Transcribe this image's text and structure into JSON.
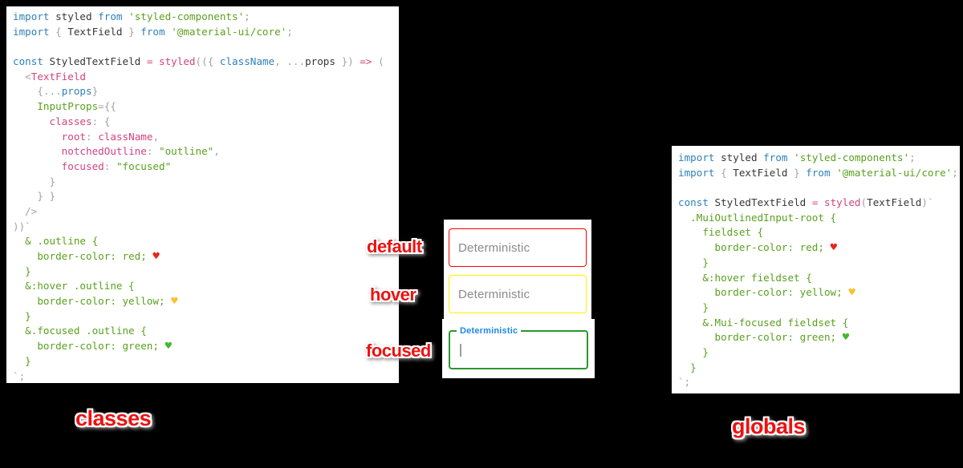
{
  "labels": {
    "default": "default",
    "hover": "hover",
    "focused": "focused",
    "classes": "classes",
    "globals": "globals"
  },
  "fields": {
    "default": {
      "placeholder": "Deterministic",
      "border_color": "#ff0000"
    },
    "hover": {
      "placeholder": "Deterministic",
      "border_color": "#ffee00"
    },
    "focused": {
      "label": "Deterministic",
      "border_color": "#2a962d",
      "label_color": "#1e88e5"
    }
  },
  "colors": {
    "background": "#000000",
    "code_background": "#ffffff",
    "syntax_keyword_blue": "#2e80b9",
    "syntax_string_green": "#5aa11f",
    "syntax_pink": "#d2447c",
    "syntax_gray": "#a3a3a3",
    "syntax_plain": "#363636",
    "sticker_red": "#ee1111",
    "heart_red": "#e8251f",
    "heart_yellow": "#f6c232",
    "heart_green": "#48b52e"
  },
  "code_left": {
    "lines": [
      [
        {
          "t": "import",
          "c": "kw"
        },
        {
          "t": " styled ",
          "c": "pl"
        },
        {
          "t": "from",
          "c": "kw"
        },
        {
          "t": " ",
          "c": "pl"
        },
        {
          "t": "'styled-components'",
          "c": "str"
        },
        {
          "t": ";",
          "c": "gray"
        }
      ],
      [
        {
          "t": "import",
          "c": "kw"
        },
        {
          "t": " { ",
          "c": "gray"
        },
        {
          "t": "TextField",
          "c": "pl"
        },
        {
          "t": " } ",
          "c": "gray"
        },
        {
          "t": "from",
          "c": "kw"
        },
        {
          "t": " ",
          "c": "pl"
        },
        {
          "t": "'@material-ui/core'",
          "c": "str"
        },
        {
          "t": ";",
          "c": "gray"
        }
      ],
      [],
      [
        {
          "t": "const",
          "c": "kw"
        },
        {
          "t": " StyledTextField ",
          "c": "pl"
        },
        {
          "t": "=",
          "c": "pink"
        },
        {
          "t": " ",
          "c": "pl"
        },
        {
          "t": "styled",
          "c": "pink"
        },
        {
          "t": "((",
          "c": "gray"
        },
        {
          "t": "{",
          "c": "gray"
        },
        {
          "t": " ",
          "c": "pl"
        },
        {
          "t": "className",
          "c": "kw"
        },
        {
          "t": ",",
          "c": "gray"
        },
        {
          "t": " ",
          "c": "pl"
        },
        {
          "t": "...",
          "c": "gray"
        },
        {
          "t": "props",
          "c": "pl"
        },
        {
          "t": " ",
          "c": "pl"
        },
        {
          "t": "})",
          "c": "gray"
        },
        {
          "t": " ",
          "c": "pl"
        },
        {
          "t": "=>",
          "c": "pink"
        },
        {
          "t": " ",
          "c": "pl"
        },
        {
          "t": "(",
          "c": "gray"
        }
      ],
      [
        {
          "t": "  <",
          "c": "gray"
        },
        {
          "t": "TextField",
          "c": "pink"
        }
      ],
      [
        {
          "t": "    ",
          "c": "pl"
        },
        {
          "t": "{",
          "c": "gray"
        },
        {
          "t": "...",
          "c": "gray"
        },
        {
          "t": "props",
          "c": "kw"
        },
        {
          "t": "}",
          "c": "gray"
        }
      ],
      [
        {
          "t": "    ",
          "c": "pl"
        },
        {
          "t": "InputProps",
          "c": "grn"
        },
        {
          "t": "={{",
          "c": "gray"
        }
      ],
      [
        {
          "t": "      ",
          "c": "pl"
        },
        {
          "t": "classes",
          "c": "pink"
        },
        {
          "t": ":",
          "c": "gray"
        },
        {
          "t": " ",
          "c": "pl"
        },
        {
          "t": "{",
          "c": "gray"
        }
      ],
      [
        {
          "t": "        ",
          "c": "pl"
        },
        {
          "t": "root",
          "c": "pink"
        },
        {
          "t": ":",
          "c": "gray"
        },
        {
          "t": " ",
          "c": "pl"
        },
        {
          "t": "className",
          "c": "pink"
        },
        {
          "t": ",",
          "c": "gray"
        }
      ],
      [
        {
          "t": "        ",
          "c": "pl"
        },
        {
          "t": "notchedOutline",
          "c": "pink"
        },
        {
          "t": ":",
          "c": "gray"
        },
        {
          "t": " ",
          "c": "pl"
        },
        {
          "t": "\"outline\"",
          "c": "str"
        },
        {
          "t": ",",
          "c": "gray"
        }
      ],
      [
        {
          "t": "        ",
          "c": "pl"
        },
        {
          "t": "focused",
          "c": "pink"
        },
        {
          "t": ":",
          "c": "gray"
        },
        {
          "t": " ",
          "c": "pl"
        },
        {
          "t": "\"focused\"",
          "c": "str"
        }
      ],
      [
        {
          "t": "      ",
          "c": "pl"
        },
        {
          "t": "}",
          "c": "gray"
        }
      ],
      [
        {
          "t": "    ",
          "c": "pl"
        },
        {
          "t": "} }",
          "c": "gray"
        }
      ],
      [
        {
          "t": "  ",
          "c": "pl"
        },
        {
          "t": "/>",
          "c": "gray"
        }
      ],
      [
        {
          "t": "))`",
          "c": "gray"
        }
      ],
      [
        {
          "t": "  & .outline {",
          "c": "grn"
        }
      ],
      [
        {
          "t": "    border-color: red; ",
          "c": "grn"
        },
        {
          "t": "♥",
          "c": "hr"
        }
      ],
      [
        {
          "t": "  }",
          "c": "grn"
        }
      ],
      [
        {
          "t": "  &:hover .outline {",
          "c": "grn"
        }
      ],
      [
        {
          "t": "    border-color: yellow; ",
          "c": "grn"
        },
        {
          "t": "♥",
          "c": "hy"
        }
      ],
      [
        {
          "t": "  }",
          "c": "grn"
        }
      ],
      [
        {
          "t": "  &.focused .outline {",
          "c": "grn"
        }
      ],
      [
        {
          "t": "    border-color: green; ",
          "c": "grn"
        },
        {
          "t": "♥",
          "c": "hg"
        }
      ],
      [
        {
          "t": "  }",
          "c": "grn"
        }
      ],
      [
        {
          "t": "`;",
          "c": "gray"
        }
      ]
    ]
  },
  "code_right": {
    "lines": [
      [
        {
          "t": "import",
          "c": "kw"
        },
        {
          "t": " styled ",
          "c": "pl"
        },
        {
          "t": "from",
          "c": "kw"
        },
        {
          "t": " ",
          "c": "pl"
        },
        {
          "t": "'styled-components'",
          "c": "str"
        },
        {
          "t": ";",
          "c": "gray"
        }
      ],
      [
        {
          "t": "import",
          "c": "kw"
        },
        {
          "t": " { ",
          "c": "gray"
        },
        {
          "t": "TextField",
          "c": "pl"
        },
        {
          "t": " } ",
          "c": "gray"
        },
        {
          "t": "from",
          "c": "kw"
        },
        {
          "t": " ",
          "c": "pl"
        },
        {
          "t": "'@material-ui/core'",
          "c": "str"
        },
        {
          "t": ";",
          "c": "gray"
        }
      ],
      [],
      [
        {
          "t": "const",
          "c": "kw"
        },
        {
          "t": " StyledTextField ",
          "c": "pl"
        },
        {
          "t": "=",
          "c": "pink"
        },
        {
          "t": " ",
          "c": "pl"
        },
        {
          "t": "styled",
          "c": "pink"
        },
        {
          "t": "(",
          "c": "gray"
        },
        {
          "t": "TextField",
          "c": "pl"
        },
        {
          "t": ")`",
          "c": "gray"
        }
      ],
      [
        {
          "t": "  .MuiOutlinedInput-root {",
          "c": "grn"
        }
      ],
      [
        {
          "t": "    fieldset {",
          "c": "grn"
        }
      ],
      [
        {
          "t": "      border-color: red; ",
          "c": "grn"
        },
        {
          "t": "♥",
          "c": "hr"
        }
      ],
      [
        {
          "t": "    }",
          "c": "grn"
        }
      ],
      [
        {
          "t": "    &:hover fieldset {",
          "c": "grn"
        }
      ],
      [
        {
          "t": "      border-color: yellow; ",
          "c": "grn"
        },
        {
          "t": "♥",
          "c": "hy"
        }
      ],
      [
        {
          "t": "    }",
          "c": "grn"
        }
      ],
      [
        {
          "t": "    &.Mui-focused fieldset {",
          "c": "grn"
        }
      ],
      [
        {
          "t": "      border-color: green; ",
          "c": "grn"
        },
        {
          "t": "♥",
          "c": "hg"
        }
      ],
      [
        {
          "t": "    }",
          "c": "grn"
        }
      ],
      [
        {
          "t": "  }",
          "c": "grn"
        }
      ],
      [
        {
          "t": "`;",
          "c": "gray"
        }
      ]
    ]
  }
}
